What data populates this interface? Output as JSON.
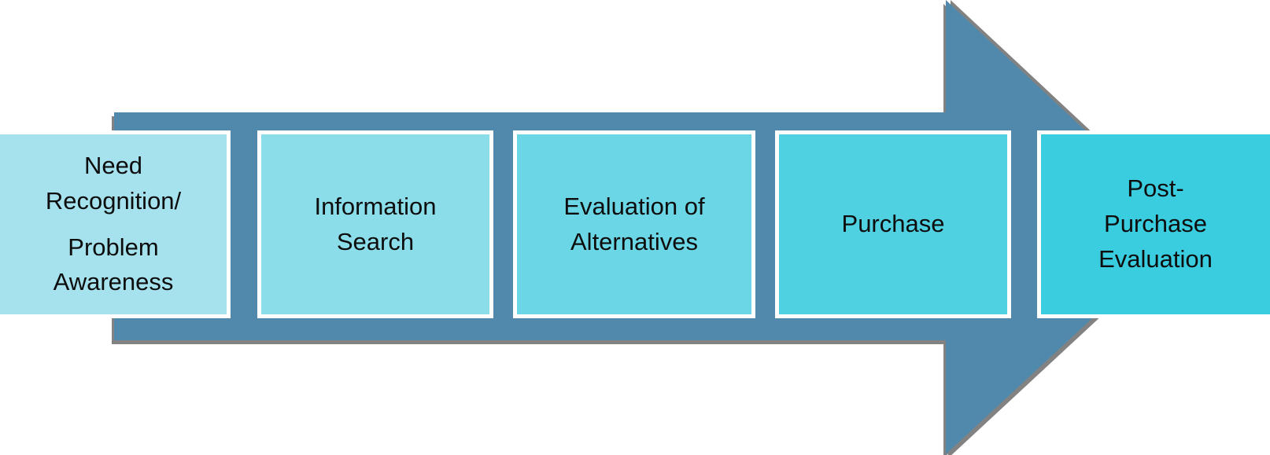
{
  "diagram": {
    "kind": "process-flow-arrow",
    "direction": "left-to-right"
  },
  "arrow": {
    "fill": "#5089AB",
    "shadow": "#828282"
  },
  "box_border": "#FFFFFF",
  "text_color": "#0D0D0D",
  "steps": [
    {
      "id": "need-recognition",
      "fill": "#A5E2EE",
      "label": "Need Recognition/ Problem Awareness",
      "paragraphs": [
        [
          "Need",
          "Recognition/"
        ],
        [
          "Problem",
          "Awareness"
        ]
      ]
    },
    {
      "id": "information-search",
      "fill": "#8BDDEA",
      "label": "Information Search",
      "paragraphs": [
        [
          "Information",
          "Search"
        ]
      ]
    },
    {
      "id": "evaluation-of-alternatives",
      "fill": "#6BD6E6",
      "label": "Evaluation of Alternatives",
      "paragraphs": [
        [
          "Evaluation of",
          "Alternatives"
        ]
      ]
    },
    {
      "id": "purchase",
      "fill": "#4FD1E2",
      "label": "Purchase",
      "paragraphs": [
        [
          "Purchase"
        ]
      ]
    },
    {
      "id": "post-purchase-evaluation",
      "fill": "#3ACCDF",
      "label": "Post-Purchase Evaluation",
      "paragraphs": [
        [
          "Post-",
          "Purchase",
          "Evaluation"
        ]
      ]
    }
  ]
}
